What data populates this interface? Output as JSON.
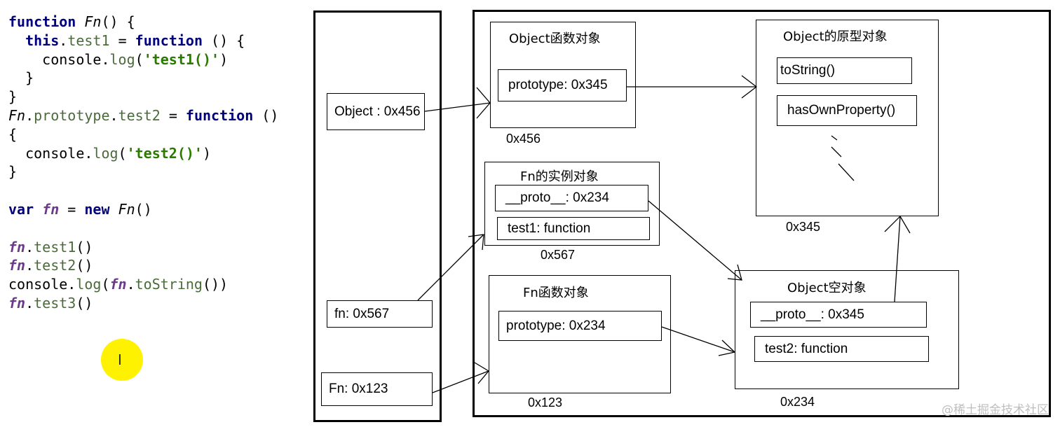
{
  "code_lines": [
    [
      [
        "kw",
        "function"
      ],
      [
        "plain",
        " "
      ],
      [
        "fnit",
        "Fn"
      ],
      [
        "plain",
        "() {"
      ]
    ],
    [
      [
        "plain",
        "  "
      ],
      [
        "kw",
        "this"
      ],
      [
        "plain",
        "."
      ],
      [
        "prop",
        "test1"
      ],
      [
        "plain",
        " = "
      ],
      [
        "kw",
        "function"
      ],
      [
        "plain",
        " () {"
      ]
    ],
    [
      [
        "plain",
        "    "
      ],
      [
        "plain",
        "console"
      ],
      [
        "plain",
        "."
      ],
      [
        "mth",
        "log"
      ],
      [
        "plain",
        "("
      ],
      [
        "str",
        "'test1()'"
      ],
      [
        "plain",
        ")"
      ]
    ],
    [
      [
        "plain",
        "  }"
      ]
    ],
    [
      [
        "plain",
        "}"
      ]
    ],
    [
      [
        "fnit",
        "Fn"
      ],
      [
        "plain",
        "."
      ],
      [
        "prop",
        "prototype"
      ],
      [
        "plain",
        "."
      ],
      [
        "prop",
        "test2"
      ],
      [
        "plain",
        " = "
      ],
      [
        "kw",
        "function"
      ],
      [
        "plain",
        " ()"
      ]
    ],
    [
      [
        "plain",
        "{"
      ]
    ],
    [
      [
        "plain",
        "  console."
      ],
      [
        "mth",
        "log"
      ],
      [
        "plain",
        "("
      ],
      [
        "str",
        "'test2()'"
      ],
      [
        "plain",
        ")"
      ]
    ],
    [
      [
        "plain",
        "}"
      ]
    ],
    [
      [
        "plain",
        ""
      ]
    ],
    [
      [
        "kw",
        "var"
      ],
      [
        "plain",
        " "
      ],
      [
        "var",
        "fn"
      ],
      [
        "plain",
        " = "
      ],
      [
        "kw",
        "new"
      ],
      [
        "plain",
        " "
      ],
      [
        "fnit",
        "Fn"
      ],
      [
        "plain",
        "()"
      ]
    ],
    [
      [
        "plain",
        ""
      ]
    ],
    [
      [
        "var",
        "fn"
      ],
      [
        "plain",
        "."
      ],
      [
        "prop",
        "test1"
      ],
      [
        "plain",
        "()"
      ]
    ],
    [
      [
        "var",
        "fn"
      ],
      [
        "plain",
        "."
      ],
      [
        "prop",
        "test2"
      ],
      [
        "plain",
        "()"
      ]
    ],
    [
      [
        "plain",
        "console."
      ],
      [
        "mth",
        "log"
      ],
      [
        "plain",
        "("
      ],
      [
        "var",
        "fn"
      ],
      [
        "plain",
        "."
      ],
      [
        "mth",
        "toString"
      ],
      [
        "plain",
        "())"
      ]
    ],
    [
      [
        "var",
        "fn"
      ],
      [
        "plain",
        "."
      ],
      [
        "prop",
        "test3"
      ],
      [
        "plain",
        "()"
      ]
    ]
  ],
  "stack": {
    "object_var": "Object : 0x456",
    "fn_var": "fn: 0x567",
    "Fn_var": "Fn: 0x123"
  },
  "object_function": {
    "title": "Object函数对象",
    "prototype_field": "prototype: 0x345",
    "address": "0x456"
  },
  "object_prototype": {
    "title": "Object的原型对象",
    "method1": "toString()",
    "method2": "hasOwnProperty()",
    "address": "0x345"
  },
  "fn_instance": {
    "title": "Fn的实例对象",
    "proto_field": "__proto__: 0x234",
    "method_field": "test1: function",
    "address": "0x567"
  },
  "fn_function": {
    "title": "Fn函数对象",
    "prototype_field": "prototype: 0x234",
    "address": "0x123"
  },
  "empty_object": {
    "title": "Object空对象",
    "proto_field": "__proto__: 0x345",
    "method_field": "test2: function",
    "address": "0x234"
  },
  "watermark": "@稀土掘金技术社区",
  "cursor_glyph": "I",
  "colors": {
    "keyword": "#00007f",
    "string": "#2a7a00",
    "variable": "#6b3a8a",
    "highlight": "#fff200"
  }
}
